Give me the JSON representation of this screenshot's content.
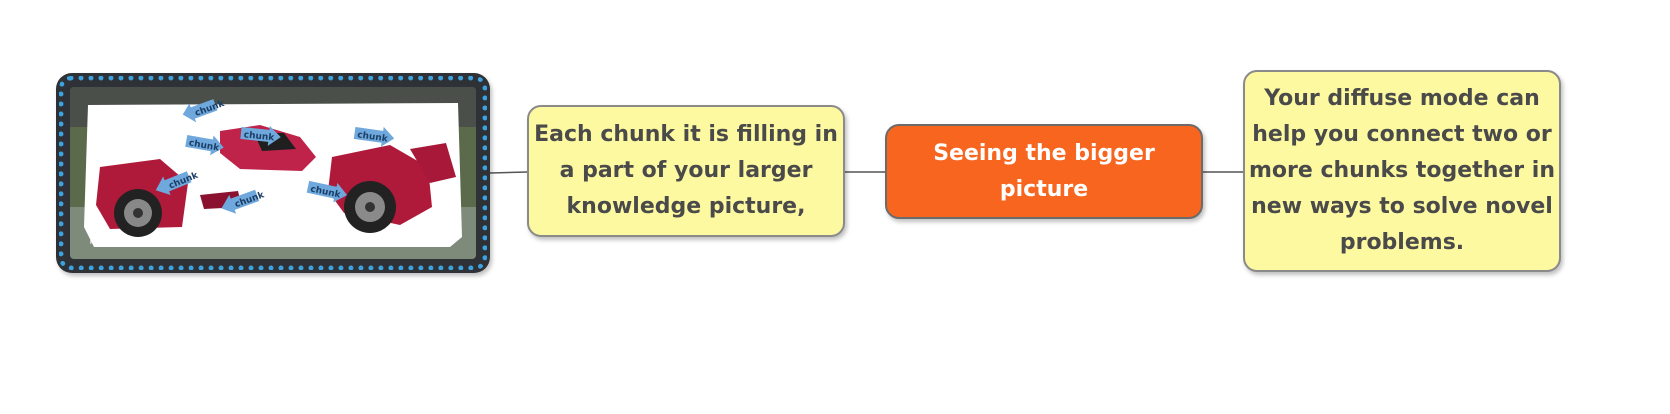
{
  "nodes": {
    "image": {
      "chunk_tags": [
        "chunk",
        "chunk",
        "chunk",
        "chunk",
        "chunk",
        "chunk",
        "chunk"
      ]
    },
    "chunk_fill": {
      "text": "Each chunk it is filling in a part of your larger knowledge picture,"
    },
    "center": {
      "text": "Seeing the bigger picture"
    },
    "diffuse": {
      "text": "Your diffuse mode can help you connect two or more chunks together in new ways to solve novel problems."
    }
  },
  "colors": {
    "yellow_node": "#fdf9a0",
    "orange_node": "#f7651e",
    "frame_dots": "#3aa3e0",
    "frame_bg": "#2e3236",
    "car_red": "#b01a3a",
    "chunk_tag": "#6fa8dc"
  },
  "icons": [
    "puzzle-car-picture",
    "chunk-arrow-tag"
  ]
}
